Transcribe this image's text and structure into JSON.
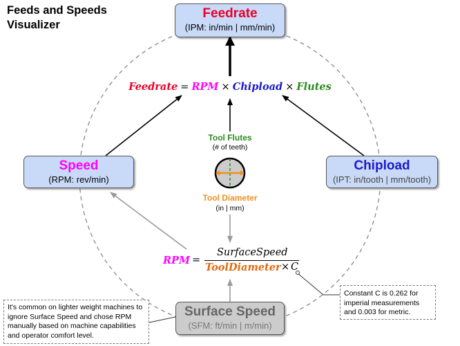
{
  "title": {
    "line1": "Feeds and Speeds",
    "line2": "Visualizer"
  },
  "feedrate_box": {
    "label": "Feedrate",
    "units": "(IPM: in/min | mm/min)"
  },
  "speed_box": {
    "label": "Speed",
    "units": "(RPM: rev/min)"
  },
  "chipload_box": {
    "label": "Chipload",
    "units": "(IPT: in/tooth | mm/tooth)"
  },
  "surface_box": {
    "label": "Surface Speed",
    "units": "(SFM: ft/min | m/min)"
  },
  "formula_top": {
    "feedrate": "Feedrate",
    "equals": "=",
    "rpm": "RPM",
    "times1": "×",
    "chipload": "Chipload",
    "times2": "×",
    "flutes": "Flutes"
  },
  "formula_rpm": {
    "rpm": "RPM",
    "equals": "=",
    "numerator": "SurfaceSpeed",
    "denominator": "ToolDiameter",
    "times": "×",
    "constant": "C"
  },
  "tool": {
    "flutes_label": "Tool Flutes",
    "flutes_sub": "(# of teeth)",
    "diameter_label": "Tool Diameter",
    "diameter_sub": "(in | mm)"
  },
  "notes": {
    "left": "It's common on lighter weight machines to ignore Surface Speed and chose RPM manually based on machine capabilities and operator comfort level.",
    "right": "Constant C is 0.262 for imperial measurements and 0.003 for metric."
  },
  "colors": {
    "feedrate": "#e8002a",
    "rpm": "#ff00ff",
    "chipload": "#1a1acc",
    "flutes": "#2a8a1e",
    "diameter": "#f0901e",
    "surface": "#e06a10"
  }
}
